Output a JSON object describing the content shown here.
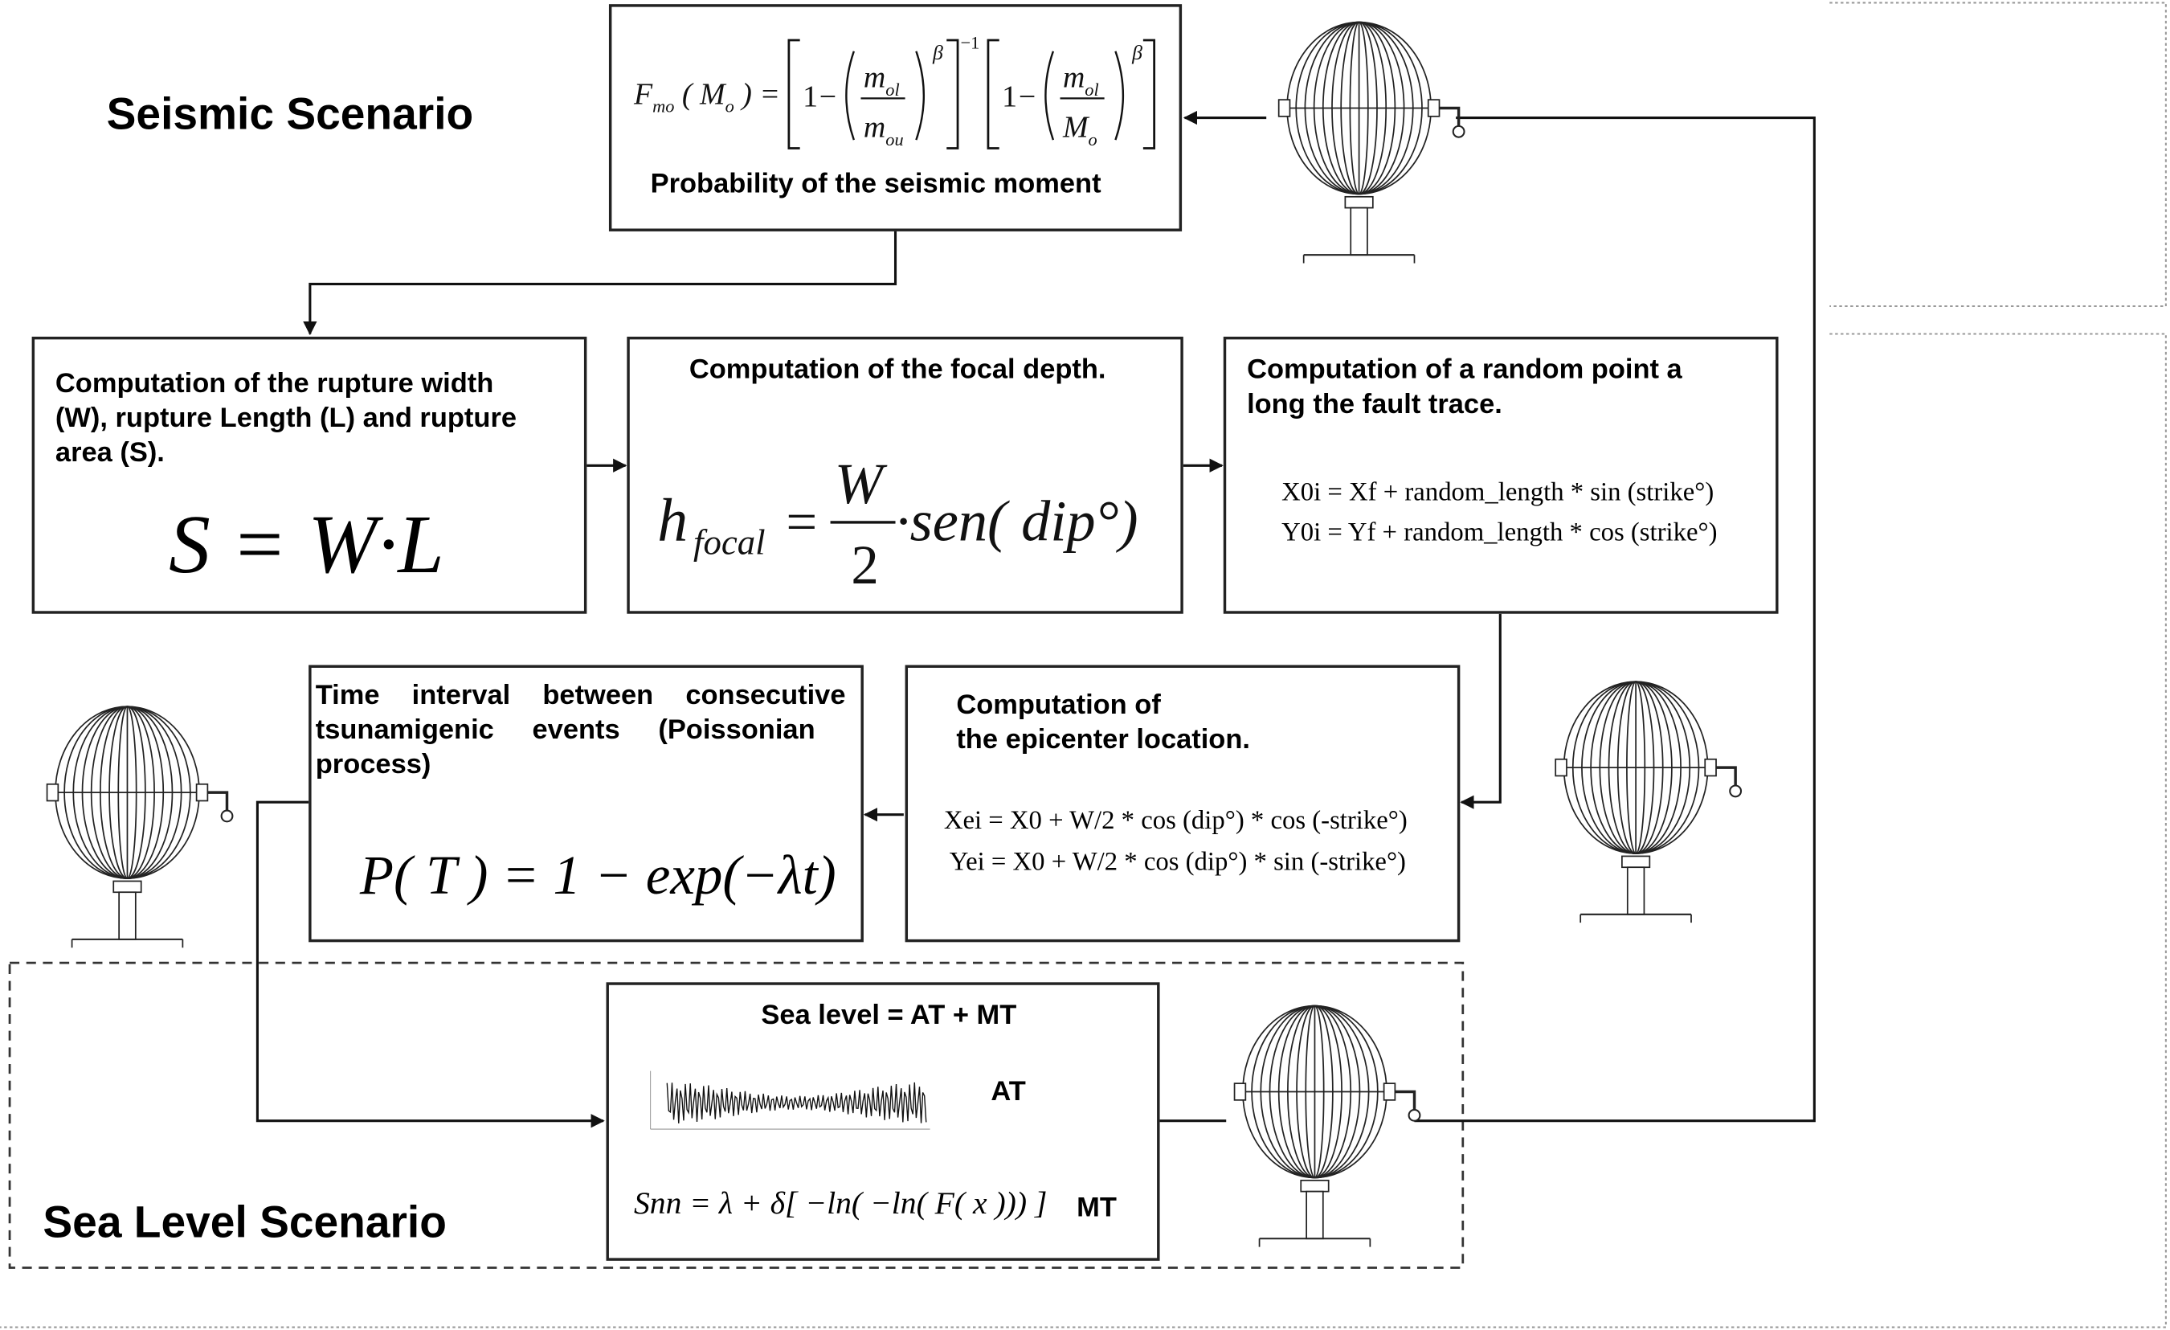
{
  "scenarios": {
    "seismic": "Seismic Scenario",
    "sea_level": "Sea Level Scenario"
  },
  "box_moment": {
    "caption": "Probability of the seismic moment",
    "lhs": "F",
    "lhs_sub": "mo",
    "lhs_arg": "M",
    "lhs_arg_sub": "o",
    "one": "1",
    "minus": "−",
    "m_ol": "m",
    "m_ol_sub": "ol",
    "m_ou": "m",
    "m_ou_sub": "ou",
    "M_o": "M",
    "M_o_sub": "o",
    "beta": "β",
    "neg_one": "−1"
  },
  "box_rupture": {
    "caption_lines": [
      "Computation of the rupture width",
      "(W), rupture Length (L) and rupture",
      "area (S)."
    ],
    "equation": "S = W·L"
  },
  "box_focal": {
    "caption": "Computation of the focal depth.",
    "lhs": "h",
    "lhs_sub": "focal",
    "equals": "=",
    "num": "W",
    "den": "2",
    "rhs": "·sen( dip°)"
  },
  "box_random": {
    "caption_lines": [
      "Computation of a random point a",
      "long the fault trace."
    ],
    "eq1": "X0i = Xf + random_length * sin (strike°)",
    "eq2": "Y0i = Yf + random_length * cos (strike°)"
  },
  "box_epicenter": {
    "caption_lines": [
      "Computation of",
      "the epicenter location."
    ],
    "eq1": "Xei = X0 + W/2 * cos (dip°) * cos (-strike°)",
    "eq2": "Yei = X0 + W/2 * cos (dip°) * sin (-strike°)"
  },
  "box_time": {
    "caption_lines": [
      "Time interval between consecutive",
      "tsunamigenic events (Poissonian",
      "process)"
    ],
    "equation": "P( T ) = 1 − exp(−λt)"
  },
  "box_sea": {
    "caption": "Sea level = AT + MT",
    "at_label": "AT",
    "mt_label": "MT",
    "equation": "Snn = λ + δ[ −ln( −ln( F( x ))) ]"
  },
  "icons": [
    "lottery-drum-icon"
  ]
}
